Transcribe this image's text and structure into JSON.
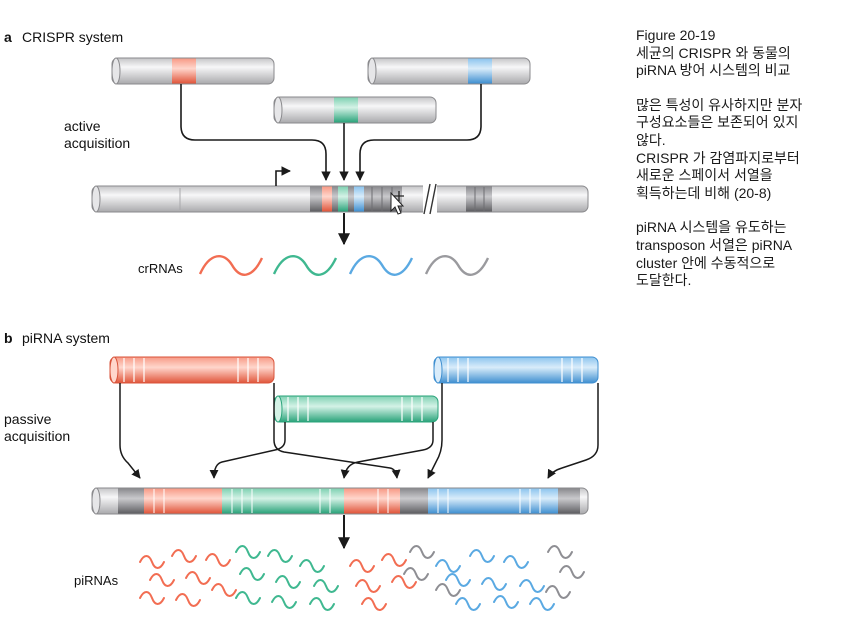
{
  "panel_a": {
    "letter": "a",
    "title": "CRISPR system",
    "acquisition_label": [
      "active",
      "acquisition"
    ],
    "product_label": "crRNAs"
  },
  "panel_b": {
    "letter": "b",
    "title": "piRNA system",
    "acquisition_label": [
      "passive",
      "acquisition"
    ],
    "product_label": "piRNAs"
  },
  "caption": {
    "figure": "Figure 20-19",
    "title_lines": [
      "세균의 CRISPR 와 동물의",
      "piRNA 방어 시스템의 비교"
    ],
    "para1_lines": [
      "많은 특성이 유사하지만 분자",
      "구성요소들은 보존되어 있지",
      "않다.",
      "CRISPR 가 감염파지로부터",
      "새로운 스페이서 서열을",
      "획득하는데 비해 (20-8)"
    ],
    "para2_lines": [
      "piRNA 시스템을 유도하는",
      "transposon 서열은 piRNA",
      "cluster 안에 수동적으로",
      "도달한다."
    ]
  },
  "colors": {
    "red": "#f26d52",
    "green": "#3fb890",
    "blue": "#5aa9e2",
    "gray": "#8e8e93",
    "arrow": "#1a1a1a"
  }
}
